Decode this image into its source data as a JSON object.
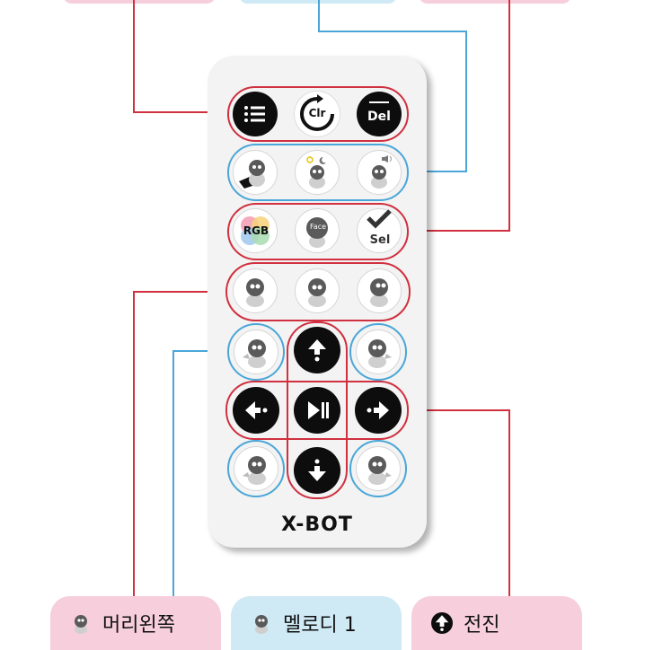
{
  "remote": {
    "brand_logo": "X-BOT",
    "row1": [
      {
        "icon": "menu-list-icon",
        "label": ""
      },
      {
        "icon": "clear-rotate-icon",
        "label": "Clr"
      },
      {
        "icon": "delete-icon",
        "label": "Del"
      }
    ],
    "row3": [
      {
        "icon": "rgb-color-icon",
        "label": "RGB"
      },
      {
        "icon": "face-robot-icon",
        "label": "Face"
      },
      {
        "icon": "select-check-icon",
        "label": "Sel"
      }
    ]
  },
  "callouts": [
    {
      "label": "머리왼쪽",
      "icon": "robot-head-icon",
      "background": "#f7cedb"
    },
    {
      "label": "멜로디 1",
      "icon": "robot-head-icon",
      "background": "#cfe9f5"
    },
    {
      "label": "전진",
      "icon": "up-arrow-icon",
      "background": "#f7cedb"
    }
  ],
  "colors": {
    "red_line": "#d0303f",
    "blue_line": "#4aa6d8",
    "pink_tab": "#f7cedb",
    "blue_tab": "#cfe9f5"
  }
}
